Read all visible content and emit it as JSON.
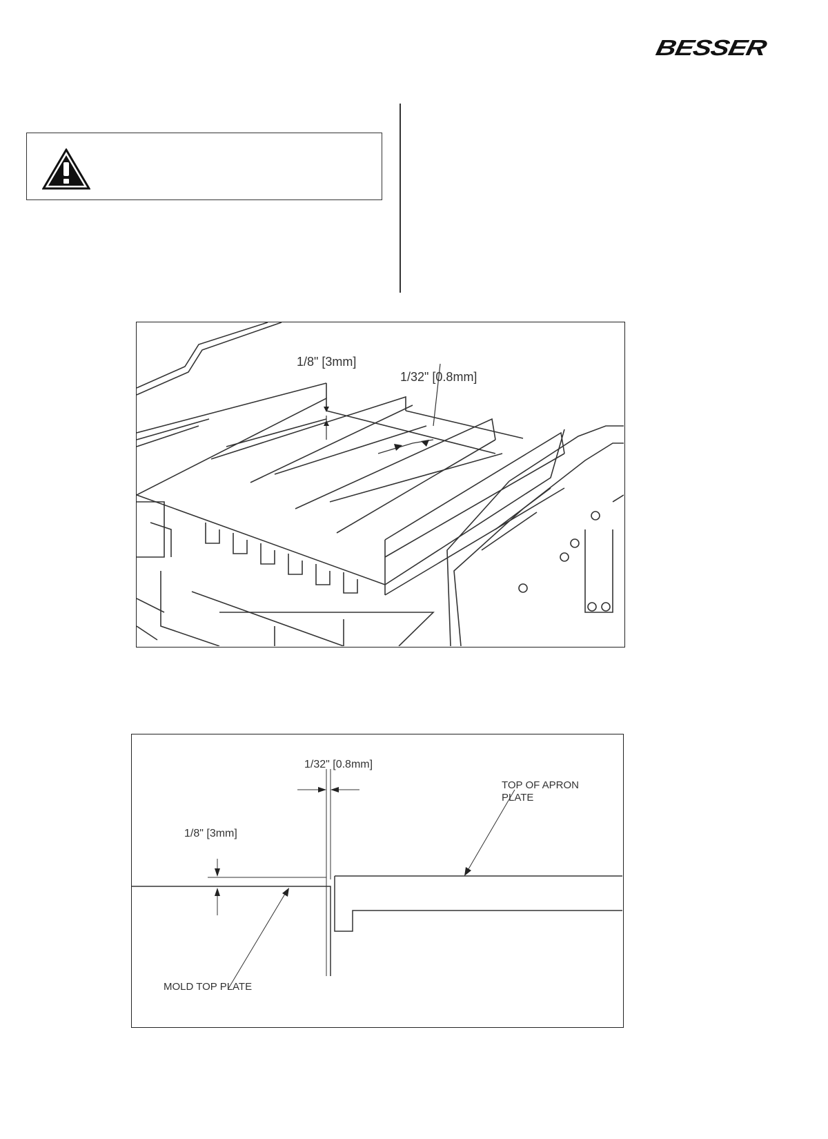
{
  "header": {
    "logo_text": "BESSER"
  },
  "warning": {
    "icon": "warning-triangle-icon"
  },
  "figure_1": {
    "dim_step": "1/8\" [3mm]",
    "dim_gap": "1/32\" [0.8mm]"
  },
  "figure_2": {
    "dim_gap": "1/32\" [0.8mm]",
    "dim_step": "1/8\" [3mm]",
    "label_apron_line1": "TOP OF APRON",
    "label_apron_line2": "PLATE",
    "label_mold": "MOLD TOP PLATE"
  }
}
